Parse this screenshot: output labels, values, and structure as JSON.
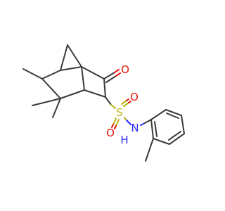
{
  "molecule": {
    "atoms": {
      "oxygen_ketone": "O",
      "sulfur": "S",
      "oxygen_sulfonyl_top": "O",
      "oxygen_sulfonyl_bottom": "O",
      "nitrogen": "N",
      "nitrogen_hydrogen": "H"
    },
    "colors": {
      "carbon_bond": "#3a3a3a",
      "oxygen": "#e8150b",
      "sulfur": "#b7b20a",
      "nitrogen": "#2a2aff"
    }
  }
}
